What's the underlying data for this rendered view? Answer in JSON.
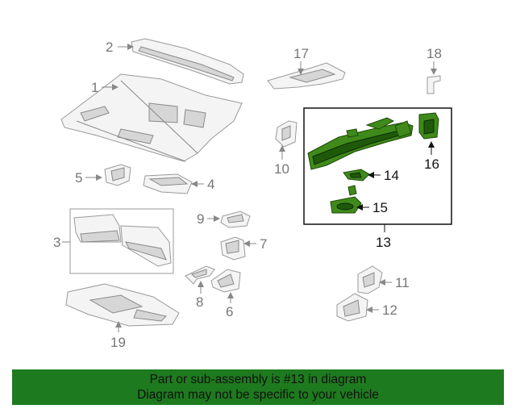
{
  "callouts": {
    "c1": "1",
    "c2": "2",
    "c3": "3",
    "c4": "4",
    "c5": "5",
    "c6": "6",
    "c7": "7",
    "c8": "8",
    "c9": "9",
    "c10": "10",
    "c11": "11",
    "c12": "12",
    "c13": "13",
    "c14": "14",
    "c15": "15",
    "c16": "16",
    "c17": "17",
    "c18": "18",
    "c19": "19"
  },
  "highlight": {
    "assembly_number": "13",
    "green": "#3f8a1a",
    "box_color": "#111111"
  },
  "footer": {
    "line1": "Part or sub-assembly is #13 in diagram",
    "line2": "Diagram may not be specific to your vehicle",
    "background": "#1e7a1e"
  }
}
